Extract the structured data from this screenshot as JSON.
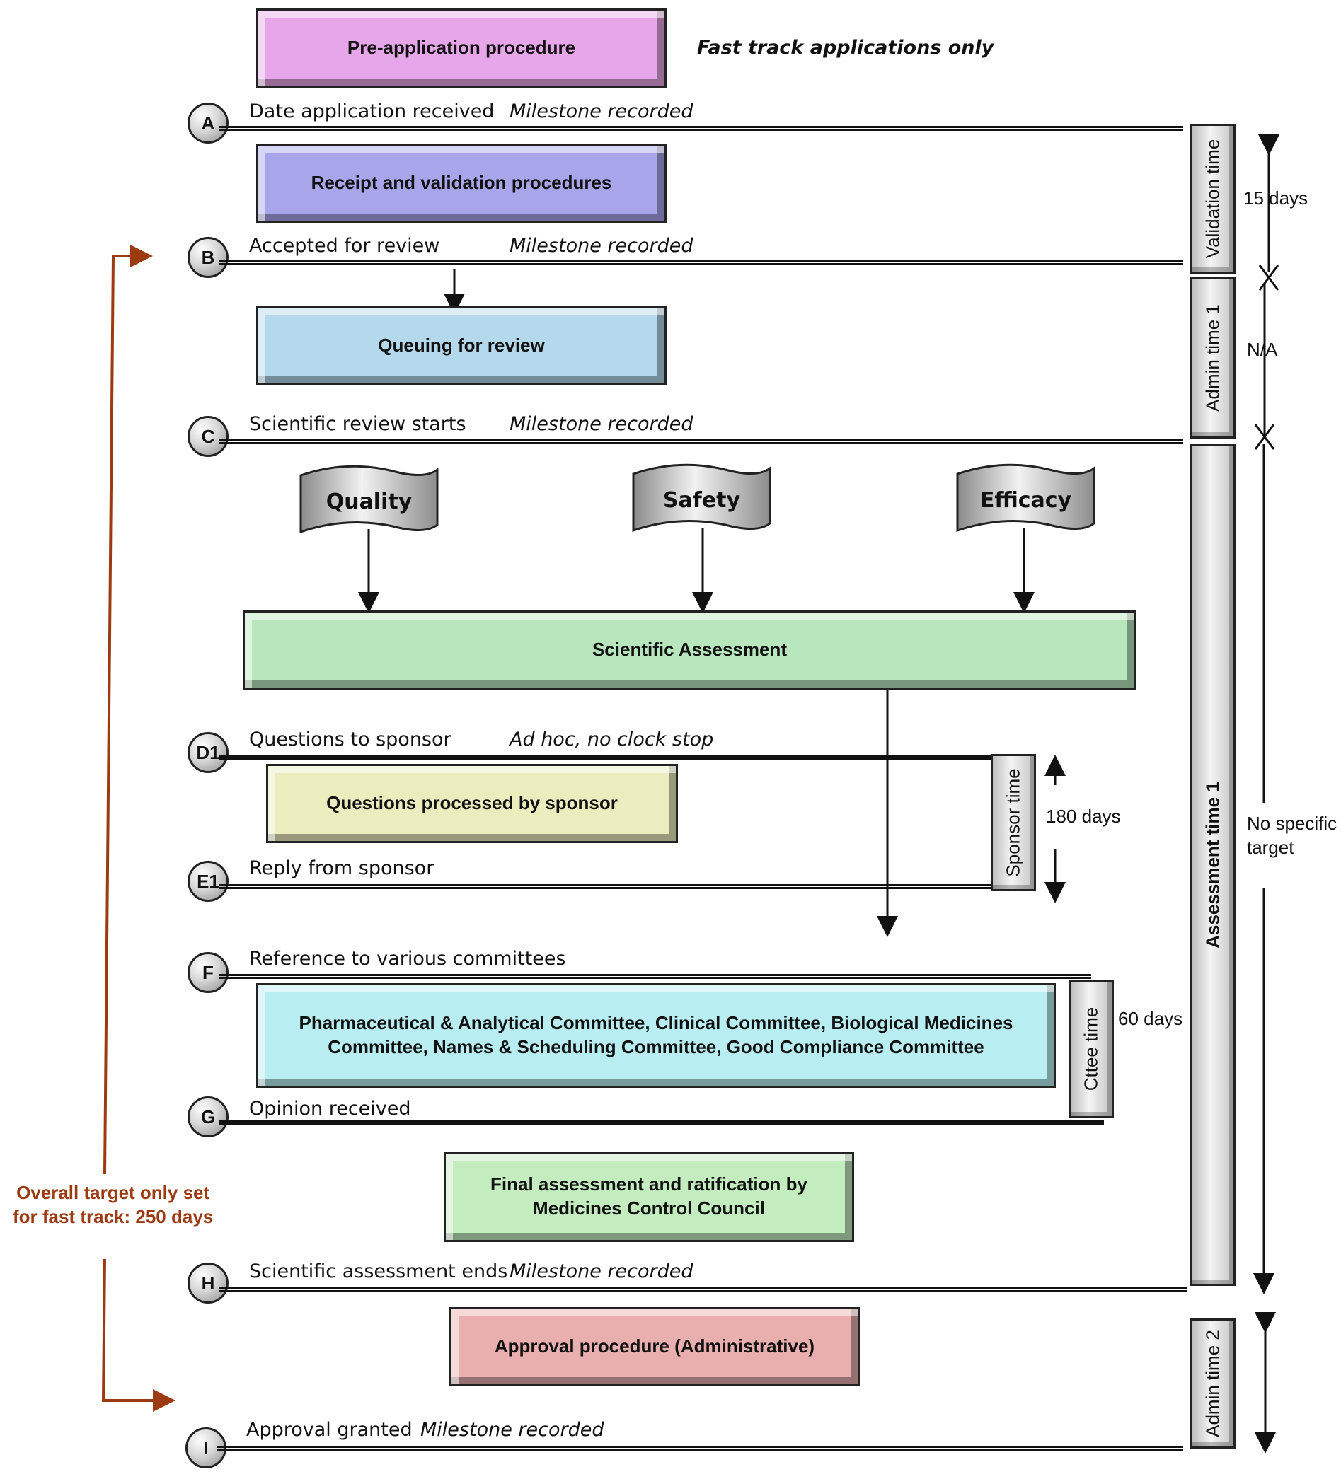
{
  "pre_application": {
    "label": "Pre-application procedure",
    "note": "Fast track applications only"
  },
  "milestones": [
    {
      "id": "A",
      "label": "Date application received",
      "note": "Milestone recorded"
    },
    {
      "id": "B",
      "label": "Accepted for review",
      "note": "Milestone recorded"
    },
    {
      "id": "C",
      "label": "Scientific review starts",
      "note": "Milestone recorded"
    },
    {
      "id": "D1",
      "label": "Questions to sponsor",
      "note": "Ad hoc, no clock stop"
    },
    {
      "id": "E1",
      "label": "Reply from sponsor",
      "note": ""
    },
    {
      "id": "F",
      "label": "Reference to various committees",
      "note": ""
    },
    {
      "id": "G",
      "label": "Opinion received",
      "note": ""
    },
    {
      "id": "H",
      "label": "Scientific assessment ends",
      "note": "Milestone recorded"
    },
    {
      "id": "I",
      "label": "Approval granted",
      "note": "Milestone recorded"
    }
  ],
  "processes": {
    "receipt": "Receipt and validation procedures",
    "queuing": "Queuing for review",
    "scientific": "Scientific Assessment",
    "questions": "Questions processed by sponsor",
    "committees_line1": "Pharmaceutical & Analytical Committee, Clinical Committee, Biological Medicines",
    "committees_line2": "Committee, Names & Scheduling Committee, Good Compliance Committee",
    "final_line1": "Final assessment and ratification by",
    "final_line2": "Medicines Control Council",
    "approval": "Approval procedure (Administrative)"
  },
  "flags": {
    "quality": "Quality",
    "safety": "Safety",
    "efficacy": "Efficacy"
  },
  "bars": {
    "validation": "Validation time",
    "admin1": "Admin time 1",
    "assessment": "Assessment time 1",
    "admin2": "Admin time 2",
    "sponsor": "Sponsor time",
    "cttee": "Cttee time"
  },
  "durations": {
    "validation": "15 days",
    "admin1": "N/A",
    "assessment_line1": "No specific",
    "assessment_line2": "target",
    "sponsor": "180 days",
    "cttee": "60 days"
  },
  "overall": {
    "line1": "Overall target only set",
    "line2": "for fast track: 250 days"
  },
  "colors": {
    "pre": "#e7a6e9",
    "receipt": "#a9a5ea",
    "queuing": "#b4d8ec",
    "scientific": "#b8e7bd",
    "questions": "#ecedbe",
    "committees": "#b8eef2",
    "final": "#c3ecbf",
    "approval": "#e9aeae",
    "overall": "#9c3a12"
  }
}
